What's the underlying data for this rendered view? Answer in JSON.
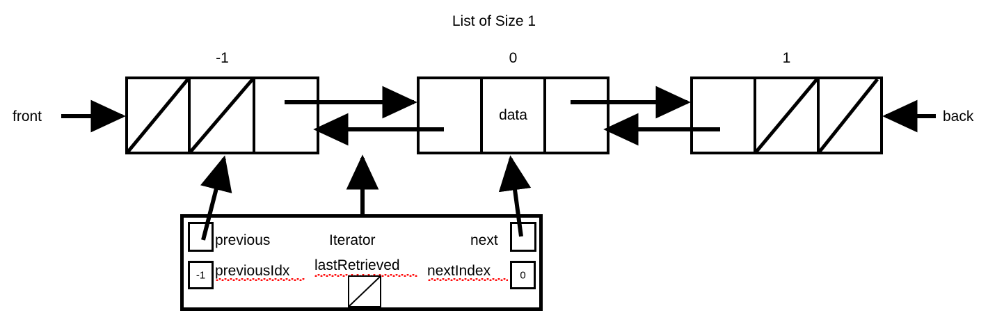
{
  "diagram": {
    "title": "List of Size 1",
    "type": "doubly-linked-list-with-iterator",
    "endpoint_labels": {
      "front": "front",
      "back": "back"
    },
    "nodes": [
      {
        "index_label": "-1",
        "name": "sentinel-head-node",
        "cells": [
          {
            "name": "prev-cell",
            "content": "null",
            "render": "slash"
          },
          {
            "name": "data-cell",
            "content": "null",
            "render": "slash"
          },
          {
            "name": "next-cell",
            "content": "",
            "render": "pointer"
          }
        ]
      },
      {
        "index_label": "0",
        "name": "data-node",
        "cells": [
          {
            "name": "prev-cell",
            "content": "",
            "render": "pointer"
          },
          {
            "name": "data-cell",
            "content": "data",
            "render": "text"
          },
          {
            "name": "next-cell",
            "content": "",
            "render": "pointer"
          }
        ]
      },
      {
        "index_label": "1",
        "name": "sentinel-tail-node",
        "cells": [
          {
            "name": "prev-cell",
            "content": "",
            "render": "pointer"
          },
          {
            "name": "data-cell",
            "content": "null",
            "render": "slash"
          },
          {
            "name": "next-cell",
            "content": "null",
            "render": "slash"
          }
        ]
      }
    ],
    "iterator": {
      "title": "Iterator",
      "fields": [
        {
          "label": "previous",
          "value": "",
          "render": "pointer-box",
          "points_to_node_index": "-1"
        },
        {
          "label": "next",
          "value": "",
          "render": "pointer-box",
          "points_to_node_index": "0"
        },
        {
          "label": "previousIdx",
          "value": "-1",
          "render": "value-box"
        },
        {
          "label": "lastRetrieved",
          "value": "null",
          "render": "slash-box"
        },
        {
          "label": "nextIndex",
          "value": "0",
          "render": "value-box"
        }
      ]
    },
    "colors": {
      "ink": "#000000",
      "background": "#ffffff",
      "spellcheck": "#ff0000"
    }
  }
}
